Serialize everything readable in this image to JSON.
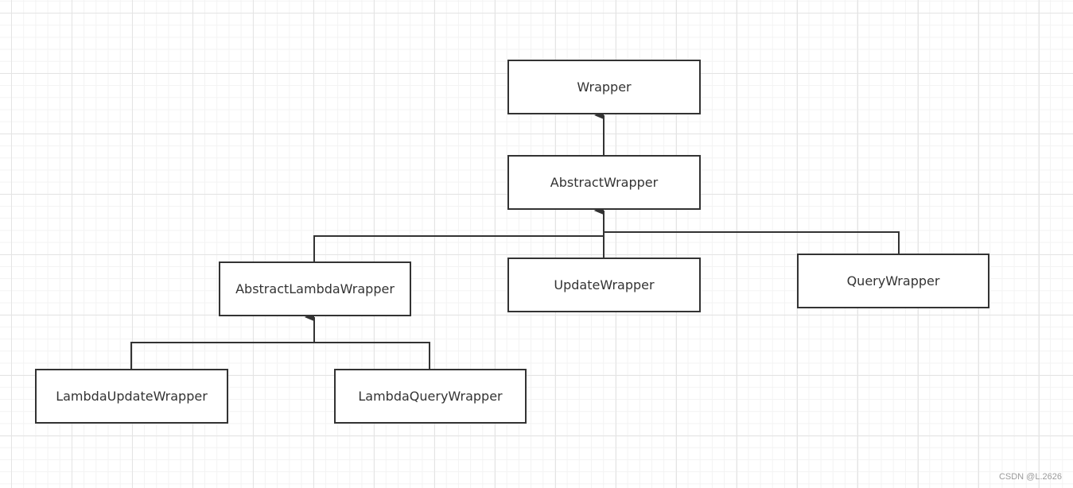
{
  "diagram": {
    "nodes": {
      "wrapper": "Wrapper",
      "abstract_wrapper": "AbstractWrapper",
      "abstract_lambda_wrapper": "AbstractLambdaWrapper",
      "update_wrapper": "UpdateWrapper",
      "query_wrapper": "QueryWrapper",
      "lambda_update_wrapper": "LambdaUpdateWrapper",
      "lambda_query_wrapper": "LambdaQueryWrapper"
    },
    "edges": [
      {
        "from": "abstract_wrapper",
        "to": "wrapper",
        "type": "inheritance"
      },
      {
        "from": "abstract_lambda_wrapper",
        "to": "abstract_wrapper",
        "type": "inheritance"
      },
      {
        "from": "update_wrapper",
        "to": "abstract_wrapper",
        "type": "inheritance"
      },
      {
        "from": "query_wrapper",
        "to": "abstract_wrapper",
        "type": "inheritance"
      },
      {
        "from": "lambda_update_wrapper",
        "to": "abstract_lambda_wrapper",
        "type": "inheritance"
      },
      {
        "from": "lambda_query_wrapper",
        "to": "abstract_lambda_wrapper",
        "type": "inheritance"
      }
    ]
  },
  "watermark": "CSDN @L.2626",
  "colors": {
    "stroke": "#333333",
    "grid": "#e4e4e4",
    "background": "#ffffff"
  }
}
